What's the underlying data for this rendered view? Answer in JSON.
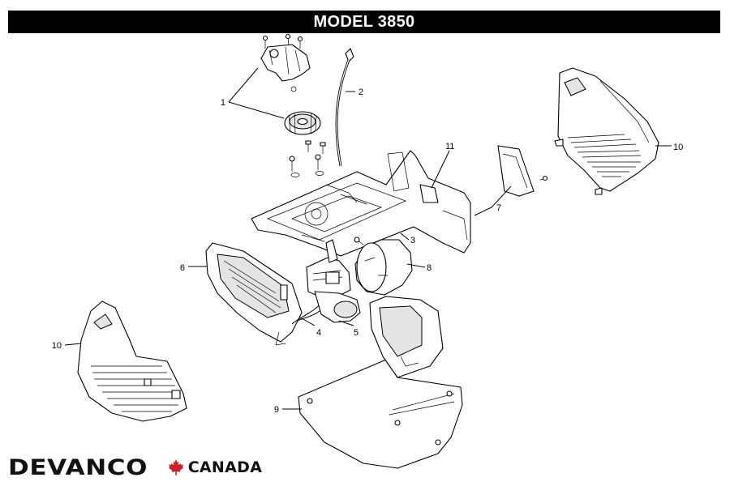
{
  "header": {
    "title": "MODEL 3850"
  },
  "callouts": [
    {
      "id": "c1",
      "label": "1"
    },
    {
      "id": "c2",
      "label": "2"
    },
    {
      "id": "c3",
      "label": "3"
    },
    {
      "id": "c4",
      "label": "4"
    },
    {
      "id": "c5",
      "label": "5"
    },
    {
      "id": "c6",
      "label": "6"
    },
    {
      "id": "c7",
      "label": "7"
    },
    {
      "id": "c8",
      "label": "8"
    },
    {
      "id": "c9",
      "label": "9"
    },
    {
      "id": "c10a",
      "label": "10"
    },
    {
      "id": "c10b",
      "label": "10"
    },
    {
      "id": "c11",
      "label": "11"
    }
  ],
  "brand": {
    "name": "DEVANCO",
    "country": "CANADA",
    "accent": "#d0202a"
  }
}
